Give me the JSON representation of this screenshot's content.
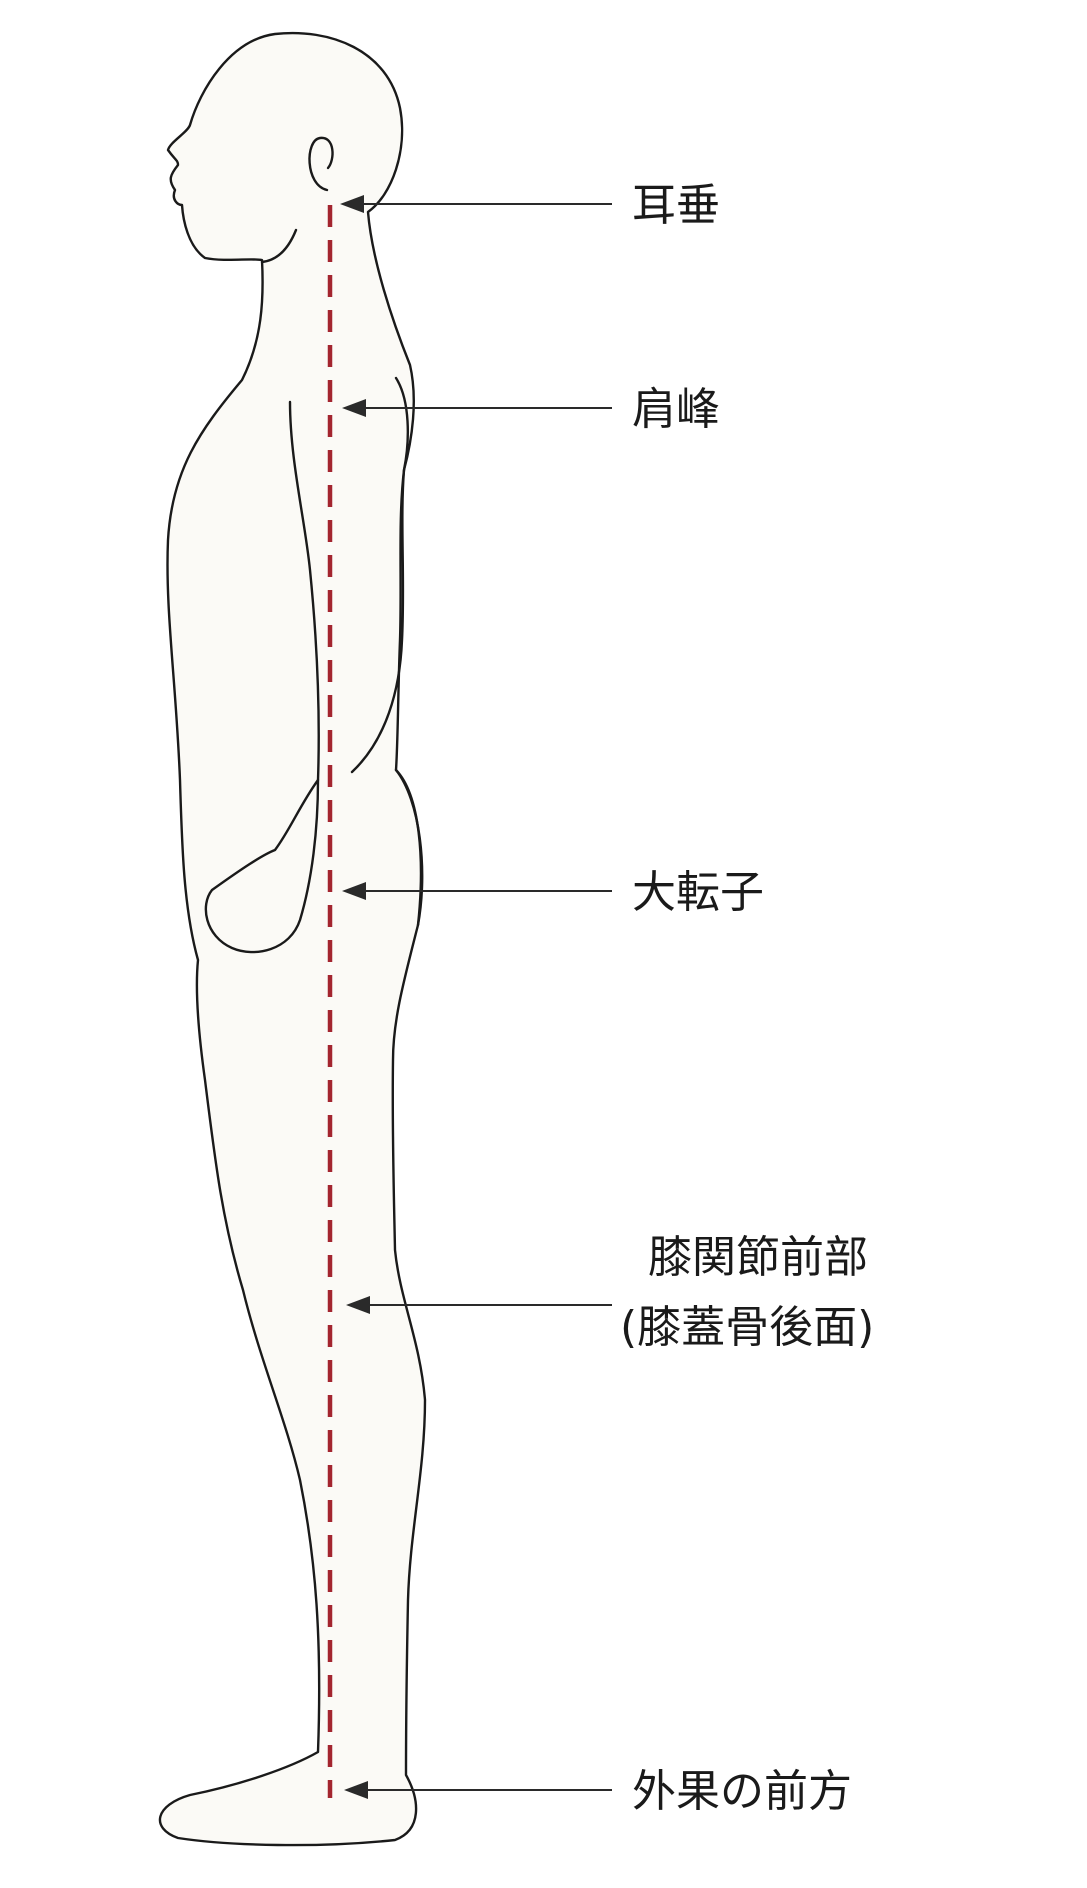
{
  "colors": {
    "plumb_line": "#a3252f",
    "outline": "#1a1a1a",
    "body_fill": "#fbfaf6",
    "pointer": "#2a2a2a",
    "text": "#1a1a1a"
  },
  "landmarks": [
    {
      "id": "earlobe",
      "lines": [
        "耳垂"
      ]
    },
    {
      "id": "acromion",
      "lines": [
        "肩峰"
      ]
    },
    {
      "id": "greater-trochanter",
      "lines": [
        "大転子"
      ]
    },
    {
      "id": "knee",
      "lines": [
        "膝関節前部",
        "(膝蓋骨後面)"
      ]
    },
    {
      "id": "lateral-malleolus",
      "lines": [
        "外果の前方"
      ]
    }
  ]
}
